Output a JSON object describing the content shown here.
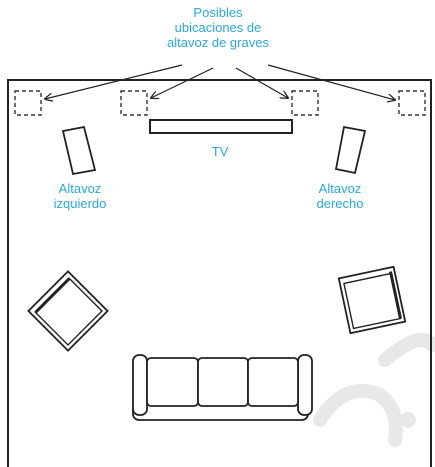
{
  "colors": {
    "label": "#2aa8dc",
    "line": "#222222",
    "watermark": "#e6e6e6"
  },
  "labels": {
    "subwoofer_title": [
      "Posibles",
      "ubicaciones de",
      "altavoz de graves"
    ],
    "tv": "TV",
    "left_speaker": [
      "Altavoz",
      "izquierdo"
    ],
    "right_speaker": [
      "Altavoz",
      "derecho"
    ]
  }
}
